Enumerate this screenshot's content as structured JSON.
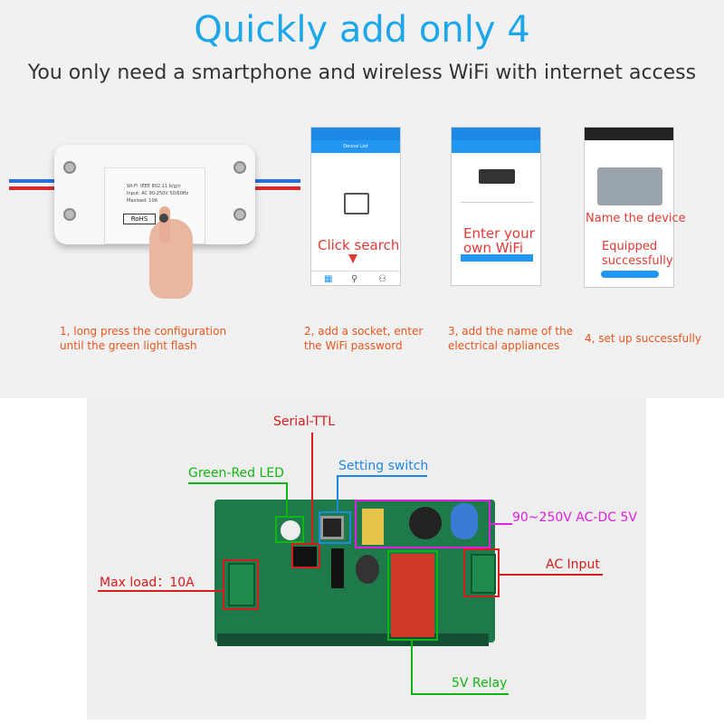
{
  "header": {
    "title": "Quickly add only 4",
    "subtitle": "You only need a smartphone and wireless WiFi with internet access"
  },
  "device": {
    "label_text": "Wi-Fi  IEEE 802.11 b/g/n\nInput: AC 90-250V 50/60Hz\nMaxload: 10A",
    "rohs": "RoHS"
  },
  "phones": {
    "phone1": {
      "nav_title": "Device List",
      "caption": "Click search"
    },
    "phone2": {
      "caption_line1": "Enter your",
      "caption_line2": "own WiFi"
    },
    "phone3": {
      "caption_name": "Name the device",
      "caption_eq1": "Equipped",
      "caption_eq2": "successfully"
    }
  },
  "steps": {
    "step1_line1": "1, long press the configuration",
    "step1_line2": "until the green light flash",
    "step2_line1": "2, add a socket, enter",
    "step2_line2": "the WiFi password",
    "step3_line1": "3, add the name of the",
    "step3_line2": "electrical appliances",
    "step4_line1": "4, set up successfully"
  },
  "board": {
    "serial_ttl": "Serial-TTL",
    "green_red_led": "Green-Red LED",
    "setting_switch": "Setting switch",
    "ac_dc": "90~250V AC-DC 5V",
    "ac_input": "AC Input",
    "max_load": "Max load：10A",
    "relay": "5V Relay"
  },
  "colors": {
    "title_blue": "#1ea7e8",
    "step_orange": "#e8541b",
    "caption_red": "#e53935",
    "callout_red": "#d81b1b",
    "callout_green": "#11b511",
    "callout_blue": "#1e88e5",
    "callout_magenta": "#e020e0",
    "pcb_green": "#1e7a4a"
  }
}
